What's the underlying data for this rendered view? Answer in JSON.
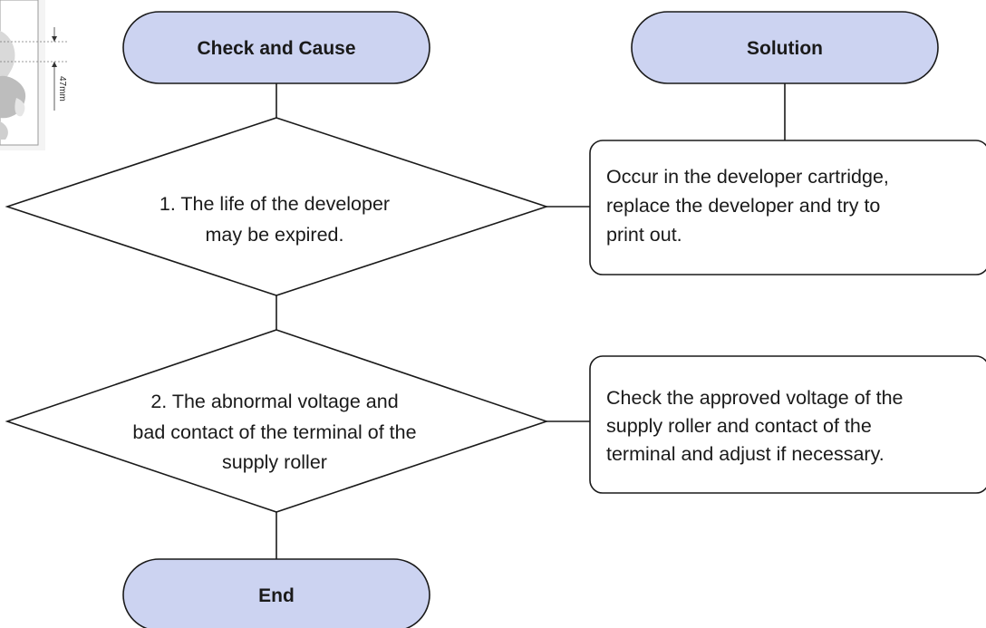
{
  "terminals": {
    "check_cause": "Check and Cause",
    "solution": "Solution",
    "end": "End"
  },
  "decisions": [
    {
      "lines": [
        "1. The life of the developer",
        "may be expired."
      ]
    },
    {
      "lines": [
        "2. The abnormal voltage and",
        "bad contact of the terminal of the",
        "supply roller"
      ]
    }
  ],
  "solutions": [
    {
      "lines": [
        "Occur in the developer cartridge,",
        "replace the developer and try to",
        "print out."
      ]
    },
    {
      "lines": [
        "Check the approved voltage of the",
        "supply roller and contact of the",
        "terminal and adjust if necessary."
      ]
    }
  ],
  "thumbnail": {
    "dimension_label": "47mm"
  }
}
